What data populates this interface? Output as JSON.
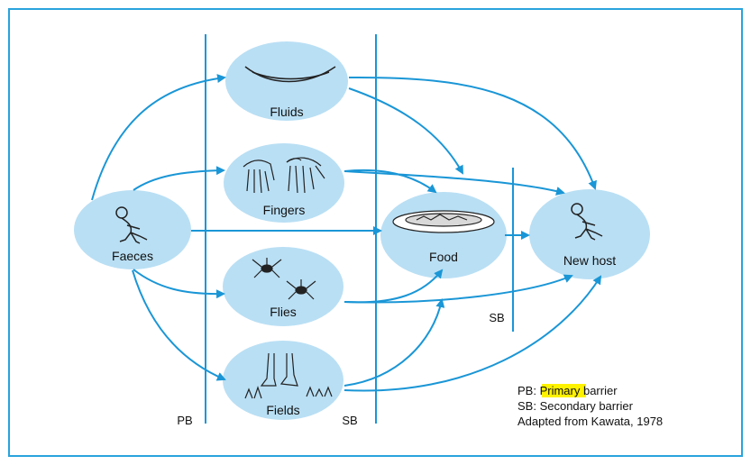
{
  "colors": {
    "frame": "#2aa3dc",
    "arrow": "#1a96d6",
    "node_fill": "#b9dff4",
    "sketch": "#222222",
    "highlight": "#fff200"
  },
  "nodes": {
    "faeces": "Faeces",
    "fluids": "Fluids",
    "fingers": "Fingers",
    "flies": "Flies",
    "fields": "Fields",
    "food": "Food",
    "new_host": "New host"
  },
  "barriers": {
    "pb_bottom": "PB",
    "sb_bottom": "SB",
    "sb_inner": "SB"
  },
  "legend": {
    "pb_prefix": "PB: ",
    "pb_highlight": "Primary",
    "pb_suffix": " barrier",
    "sb": "SB: Secondary barrier",
    "source": "Adapted from Kawata, 1978"
  },
  "icons": {
    "faeces": "squatting-person-icon",
    "fluids": "water-basin-icon",
    "fingers": "hands-icon",
    "flies": "flies-icon",
    "fields": "feet-in-grass-icon",
    "food": "plate-of-food-icon",
    "new_host": "squatting-person-icon"
  }
}
